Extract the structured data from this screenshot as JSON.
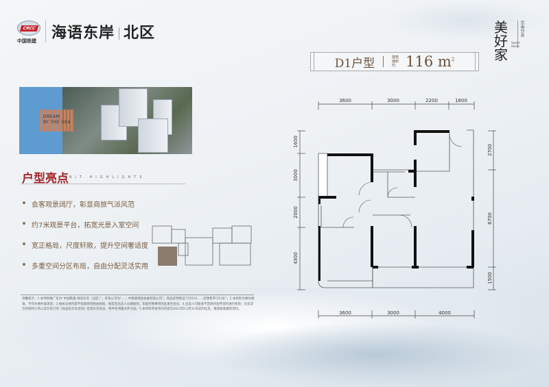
{
  "header": {
    "developer_logo_text": "中国铁建",
    "developer_logo_mark": "CRCC",
    "project_name": "海语东岸",
    "project_zone": "北区"
  },
  "brand": {
    "name": "美好家",
    "subtitle": "华南分会",
    "english": "Sweet Home"
  },
  "unit": {
    "type": "D1户型",
    "area_label": "建筑面积约",
    "area": "116",
    "area_unit": "m",
    "area_sup": "2"
  },
  "photo": {
    "slogan_line1": "DREAM",
    "slogan_line2": "BY THE SEA"
  },
  "highlights": {
    "title": "户型亮点",
    "subtitle": "UNIT HIGHLIGHTS",
    "items": [
      "会客观景阔厅，彰显商旅气派风范",
      "约7米观景平台，拓宽光景入室空间",
      "宽正格局，尺度轩敞，提升空间奢适度",
      "多重空间分区布局，自由分配灵活实用"
    ]
  },
  "floorplan": {
    "top_dims": [
      "3600",
      "3000",
      "2200",
      "1800"
    ],
    "bottom_dims": [
      "3600",
      "3000",
      "4000"
    ],
    "left_dims": [
      "1600",
      "3000",
      "2000",
      "4300"
    ],
    "right_dims": [
      "2700",
      "6700",
      "1500"
    ]
  },
  "disclaimer": "温馨提示：1.本项目推广名为“中国铁建·海语东岸（北区）”，开发公司为“……中铁建海悦发展有限公司”，商品房预售证“[2023]……房预售字(55)号”；2.本资料为要约邀请，不作为要约或承诺；3.相关法律内容不排除政府相关规划、规定及出卖人分期规划，未能控制事项因此发生变化；4.出卖人可能会不定期对宣传资料进行修改；买卖双方的权利义务以双方签订的《商品房买卖合同》及其补充协议、附件等书面文件为准；5.本资料所发布的内容为2023年12月31日前的信息，敬请留意最新资料。"
}
